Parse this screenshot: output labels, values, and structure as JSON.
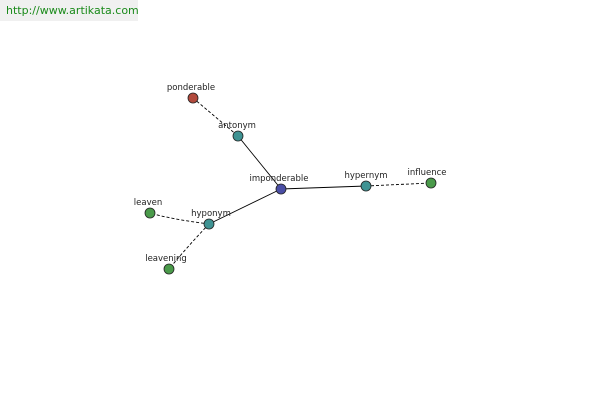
{
  "source": {
    "url": "http://www.artikata.com"
  },
  "graph": {
    "nodes": [
      {
        "id": "ponderable",
        "label": "ponderable",
        "color": "#b24a3c"
      },
      {
        "id": "antonym",
        "label": "antonym",
        "color": "#3f9393"
      },
      {
        "id": "imponderable",
        "label": "imponderable",
        "color": "#4a4ea5"
      },
      {
        "id": "hypernym",
        "label": "hypernym",
        "color": "#3f9393"
      },
      {
        "id": "influence",
        "label": "influence",
        "color": "#4a9a4a"
      },
      {
        "id": "hyponym",
        "label": "hyponym",
        "color": "#3f9393"
      },
      {
        "id": "leaven",
        "label": "leaven",
        "color": "#4a9a4a"
      },
      {
        "id": "leavening",
        "label": "leavening",
        "color": "#4a9a4a"
      }
    ],
    "edges": [
      {
        "from": "ponderable",
        "to": "antonym",
        "style": "dashed"
      },
      {
        "from": "antonym",
        "to": "imponderable",
        "style": "solid"
      },
      {
        "from": "imponderable",
        "to": "hypernym",
        "style": "solid"
      },
      {
        "from": "hypernym",
        "to": "influence",
        "style": "dashed"
      },
      {
        "from": "imponderable",
        "to": "hyponym",
        "style": "solid"
      },
      {
        "from": "hyponym",
        "to": "leaven",
        "style": "dashed"
      },
      {
        "from": "hyponym",
        "to": "leavening",
        "style": "dashed"
      }
    ]
  }
}
